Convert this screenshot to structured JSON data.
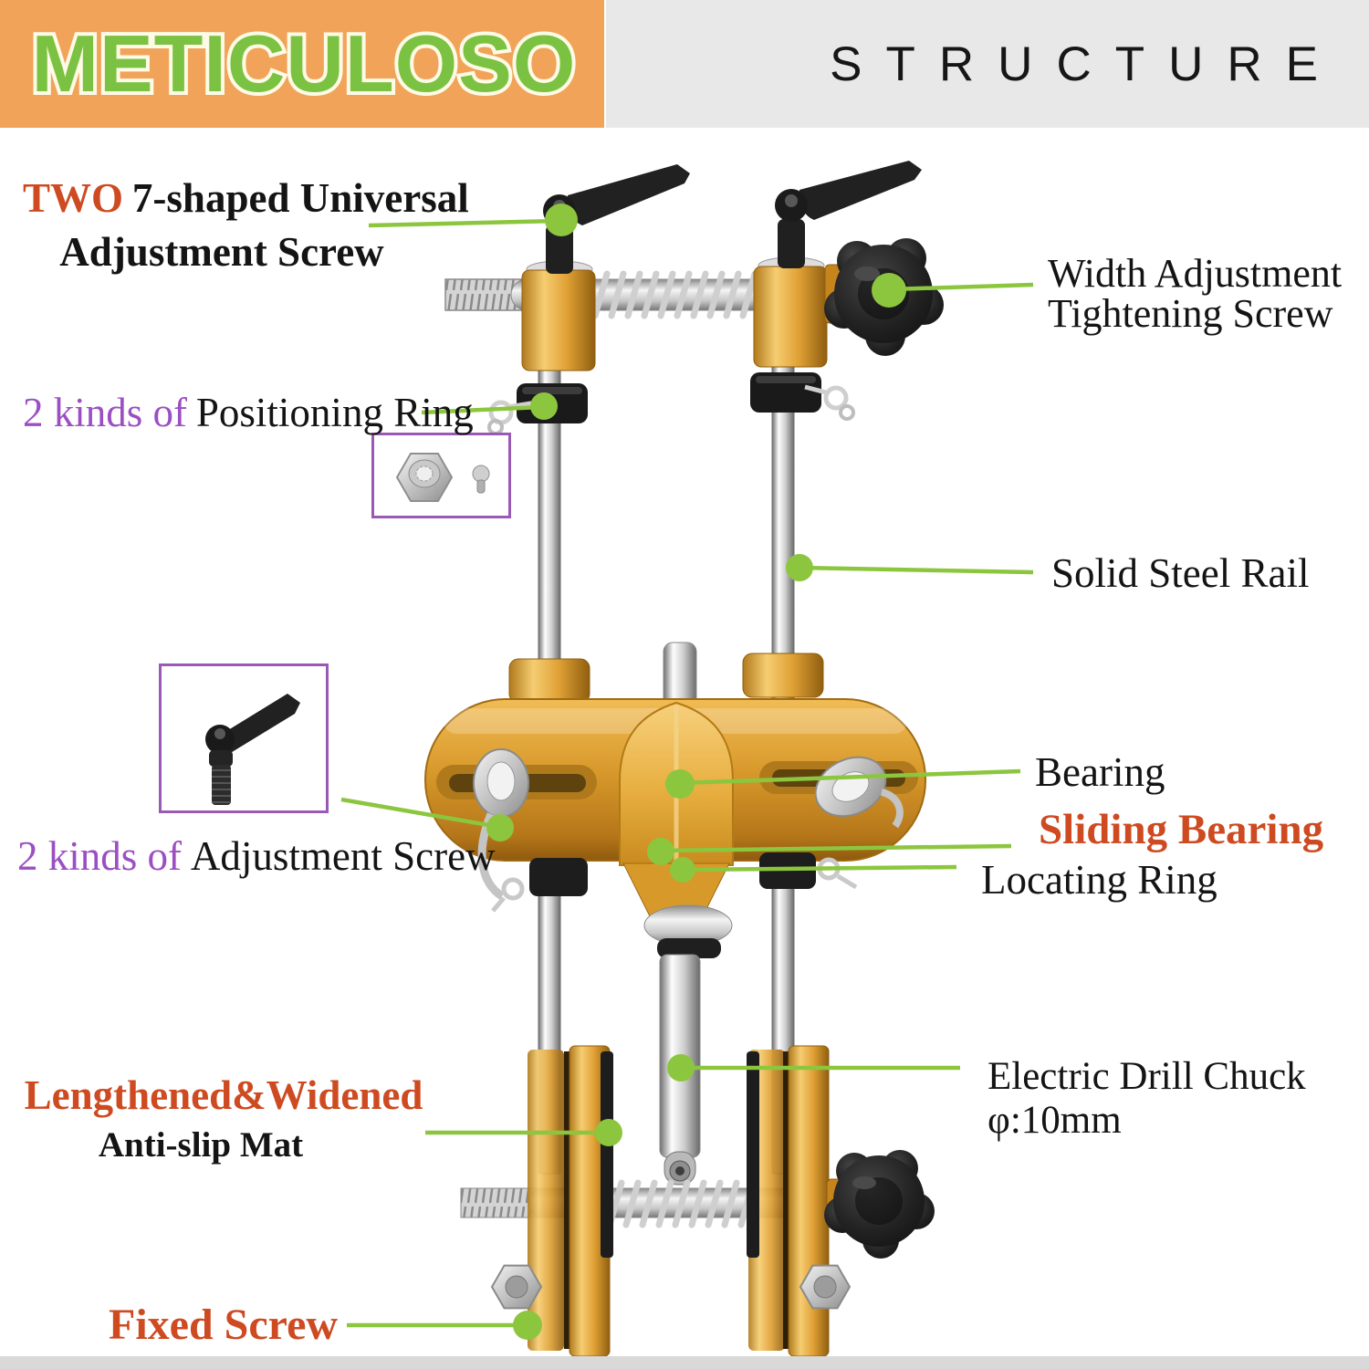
{
  "colors": {
    "banner-orange": "#F2A35A",
    "banner-gray": "#E8E8E8",
    "brand-green": "#7CC242",
    "brand-outline": "#FDFBE6",
    "accent": "#CE4A21",
    "purple": "#9B4FC3",
    "leader-green": "#8CC63E",
    "purple-border": "#9B59B6",
    "label-black": "#141414",
    "gold": "#D9992B"
  },
  "header": {
    "brand": "METICULOSO",
    "title": "STRUCTURE"
  },
  "labels": {
    "universal_screw": {
      "prefix": "TWO",
      "line1": "7-shaped Universal",
      "line2": "Adjustment Screw"
    },
    "positioning_ring": {
      "prefix": "2 kinds of",
      "text": "Positioning Ring"
    },
    "width_screw": {
      "line1": "Width Adjustment",
      "line2": "Tightening Screw"
    },
    "solid_rail": {
      "text": "Solid Steel Rail"
    },
    "adjustment_screw": {
      "prefix": "2 kinds of",
      "text": "Adjustment Screw"
    },
    "bearing": {
      "text": "Bearing"
    },
    "sliding_bearing": {
      "text": "Sliding Bearing"
    },
    "locating_ring": {
      "text": "Locating Ring"
    },
    "anti_slip": {
      "line1": "Lengthened&Widened",
      "line2": "Anti-slip Mat"
    },
    "fixed_screw": {
      "text": "Fixed Screw"
    },
    "drill_chuck": {
      "line1": "Electric Drill Chuck",
      "line2": "φ:10mm"
    }
  }
}
